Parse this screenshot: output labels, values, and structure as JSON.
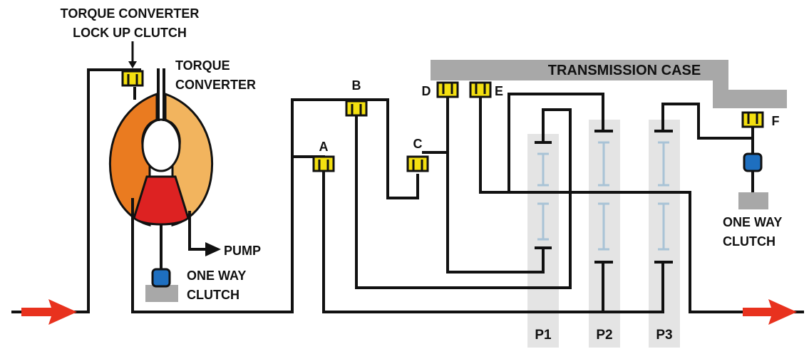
{
  "labels": {
    "tc_lockup_line1": "TORQUE CONVERTER",
    "tc_lockup_line2": "LOCK UP CLUTCH",
    "tc_line1": "TORQUE",
    "tc_line2": "CONVERTER",
    "pump": "PUMP",
    "owc_left_line1": "ONE WAY",
    "owc_left_line2": "CLUTCH",
    "owc_right_line1": "ONE WAY",
    "owc_right_line2": "CLUTCH",
    "transmission_case": "TRANSMISSION CASE"
  },
  "clutches": [
    "A",
    "B",
    "C",
    "D",
    "E",
    "F"
  ],
  "planetary_sets": [
    "P1",
    "P2",
    "P3"
  ],
  "colors": {
    "clutch_fill": "#f4e010",
    "arrow": "#e8321e",
    "case_gray": "#a8a8a8",
    "column_gray": "#e4e4e4",
    "gear_lines": "#a9c3d6",
    "converter_dark_orange": "#ea7b20",
    "converter_light_orange": "#f2b45e",
    "stator_red": "#dd2222",
    "one_way_clutch_blue": "#1e6fc0"
  }
}
